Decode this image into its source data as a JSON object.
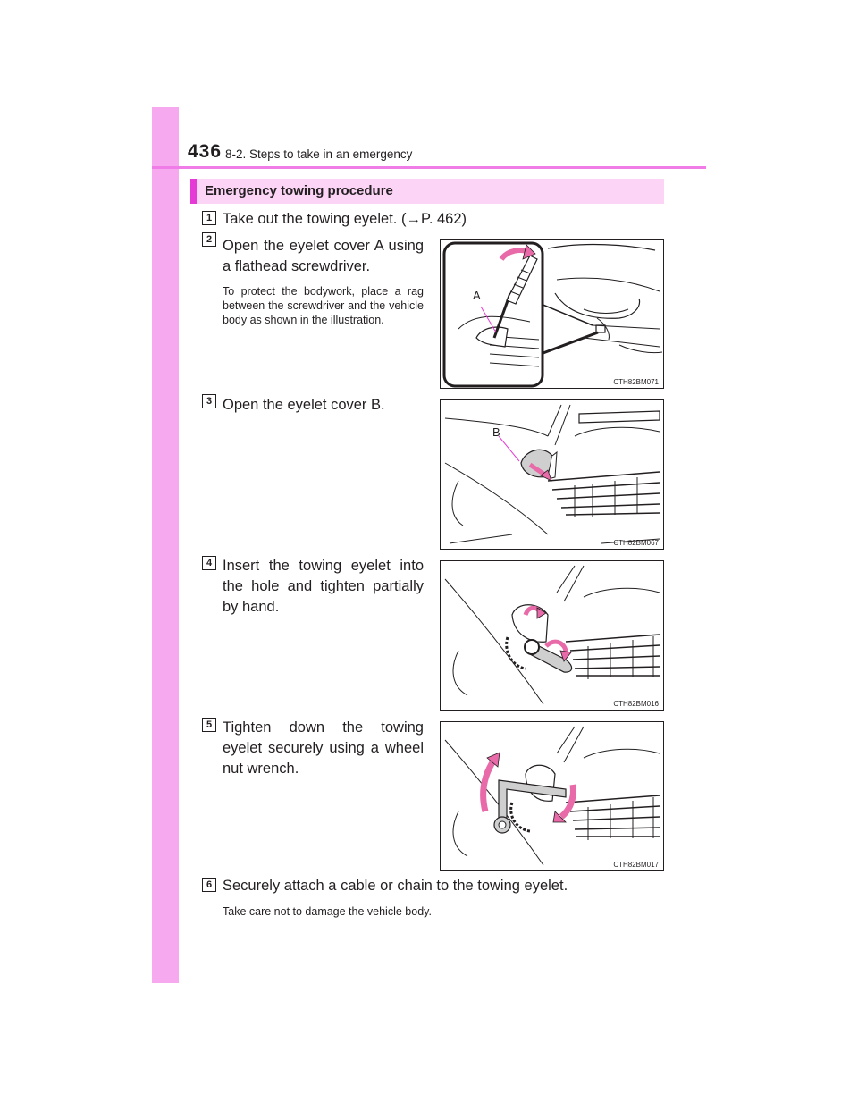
{
  "header": {
    "page_number": "436",
    "section": "8-2. Steps to take in an emergency"
  },
  "heading": "Emergency towing procedure",
  "steps": [
    {
      "num": "1",
      "text": "Take out the towing eyelet. (→P. 462)"
    },
    {
      "num": "2",
      "text": "Open the eyelet cover A using a flathead screwdriver.",
      "note": "To protect the bodywork, place a rag between the screwdriver and the vehicle body as shown in the illustration.",
      "image_code": "CTH82BM071",
      "label": "A"
    },
    {
      "num": "3",
      "text": "Open the eyelet cover B.",
      "image_code": "CTH82BM067",
      "label": "B"
    },
    {
      "num": "4",
      "text": "Insert the towing eyelet into the hole and tighten partially by hand.",
      "image_code": "CTH82BM016"
    },
    {
      "num": "5",
      "text": "Tighten down the towing eyelet securely using a wheel nut wrench.",
      "image_code": "CTH82BM017"
    },
    {
      "num": "6",
      "text": "Securely attach a cable or chain to the towing eyelet.",
      "note": "Take care not to damage the vehicle body."
    }
  ],
  "colors": {
    "sidebar": "#f7a9f0",
    "rule": "#f07ce8",
    "heading_bg": "#fcd4f6",
    "heading_accent": "#e63ad6",
    "arrow": "#e86aa8"
  },
  "icons": [
    "screwdriver-illustration",
    "eyelet-cover-illustration",
    "towing-eyelet-illustration",
    "wheel-nut-wrench-illustration"
  ]
}
